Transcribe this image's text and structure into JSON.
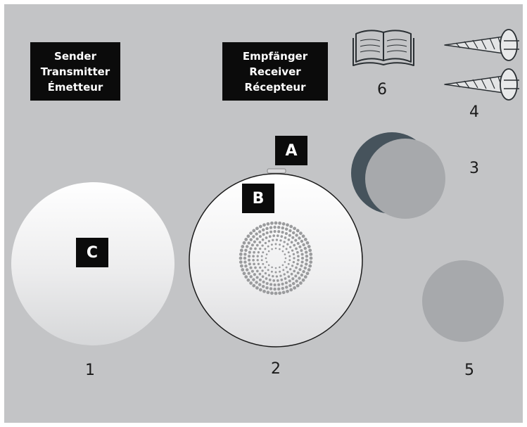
{
  "labels": {
    "sender": [
      "Sender",
      "Transmitter",
      "Émetteur"
    ],
    "receiver": [
      "Empfänger",
      "Receiver",
      "Récepteur"
    ]
  },
  "callouts": {
    "a": "A",
    "b": "B",
    "c": "C"
  },
  "numbers": {
    "n1": "1",
    "n2": "2",
    "n3": "3",
    "n4": "4",
    "n5": "5",
    "n6": "6"
  },
  "items": [
    {
      "number": "1",
      "depicts": "transmitter (disc)"
    },
    {
      "number": "2",
      "depicts": "receiver (disc with speaker holes)"
    },
    {
      "number": "3",
      "depicts": "adhesive pads"
    },
    {
      "number": "4",
      "depicts": "screws"
    },
    {
      "number": "5",
      "depicts": "round pad"
    },
    {
      "number": "6",
      "depicts": "manual-book-icon"
    }
  ],
  "colors": {
    "background": "#c3c4c6",
    "label_bg": "#0b0b0b",
    "label_text": "#ffffff",
    "dark_pad": "#46535c",
    "light_pad": "#a7a9ac"
  }
}
